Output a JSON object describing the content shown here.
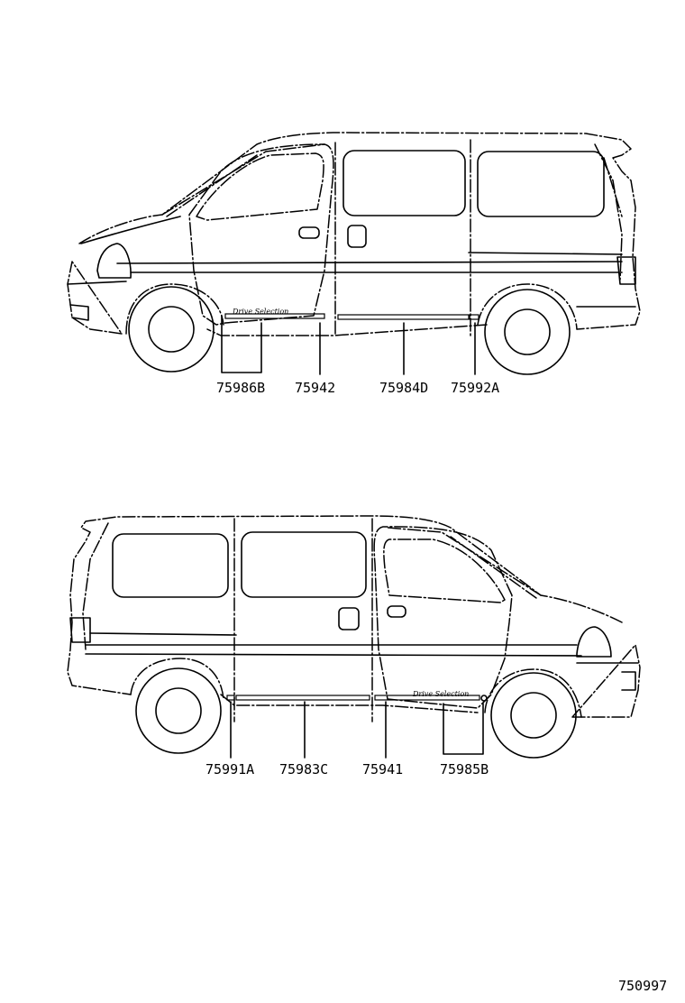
{
  "diagram": {
    "top_view": {
      "labels": [
        "75986B",
        "75942",
        "75984D",
        "75992A"
      ],
      "badge_text": "Drive Selection"
    },
    "bottom_view": {
      "labels": [
        "75991A",
        "75983C",
        "75941",
        "75985B"
      ],
      "badge_text": "Drive Selection"
    },
    "illustration_code": "750997",
    "colors": {
      "line": "#000000",
      "background": "#ffffff"
    }
  }
}
